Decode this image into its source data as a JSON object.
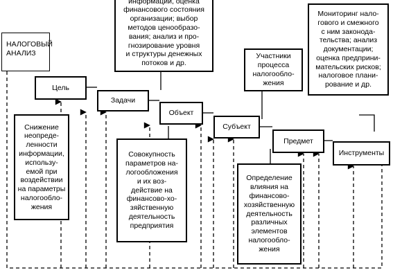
{
  "title": "НАЛОГОВЫЙ\nАНАЛИЗ",
  "stages": {
    "goal": "Цель",
    "tasks": "Задачи",
    "object": "Объект",
    "subject": "Субъект",
    "matter": "Предмет",
    "tools": "Инструменты"
  },
  "descriptions": {
    "goal": "Снижение\nнеопреде-\nленности\nинформации,\nиспользу-\nемой при\nвоздействии\nна параметры\nналогообло-\nжения",
    "tasks": "информации, оценка\nфинансового состояния\nорганизации; выбор\nметодов ценообразо-\nвания; анализ и про-\nгнозирование уровня\nи структуры денежных\nпотоков и др.",
    "object": "Совокупность\nпараметров на-\nлогообложения\nи их воз-\nдействие на\nфинансово-хо-\nзяйственную\nдеятельность\nпредприятия",
    "subject": "Участники\nпроцесса\nналогообло-\nжения",
    "matter": "Определение\nвлияния на\nфинансово-\nхозяйственную\nдеятельность\nразличных\nэлементов\nналогообло-\nжения",
    "tools": "Мониторинг нало-\nгового и смежного\nс ним законода-\nтельства; анализ\nдокументации;\nоценка предприни-\nмательских рисков;\nналоговое плани-\nрование и др."
  }
}
